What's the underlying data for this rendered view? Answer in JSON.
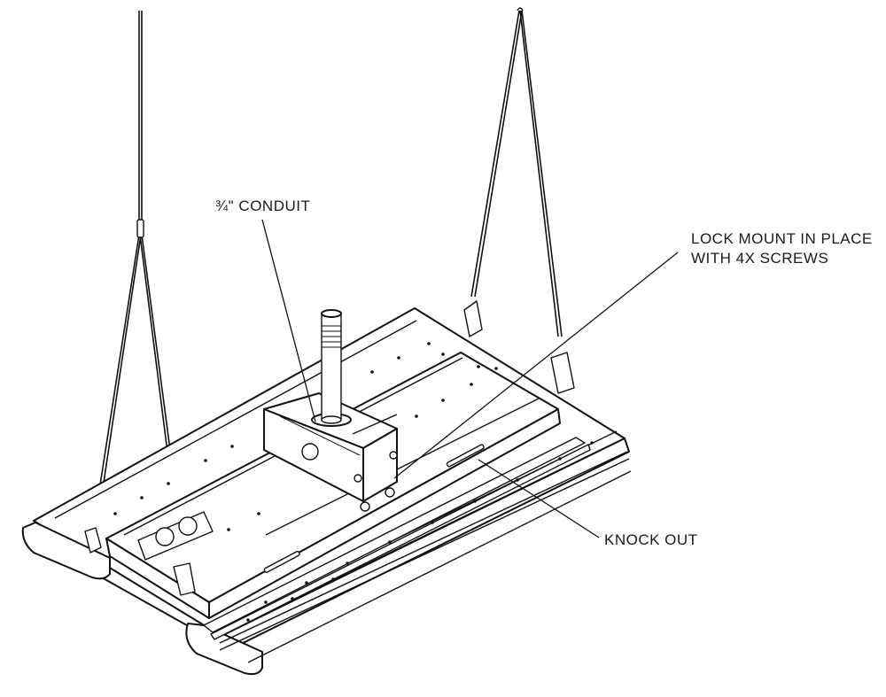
{
  "callouts": {
    "conduit": "¾\" CONDUIT",
    "lock_line1": "LOCK MOUNT IN PLACE",
    "lock_line2": "WITH 4X SCREWS",
    "knock_out": "KNOCK OUT"
  },
  "colors": {
    "line": "#111111",
    "background": "#ffffff"
  }
}
